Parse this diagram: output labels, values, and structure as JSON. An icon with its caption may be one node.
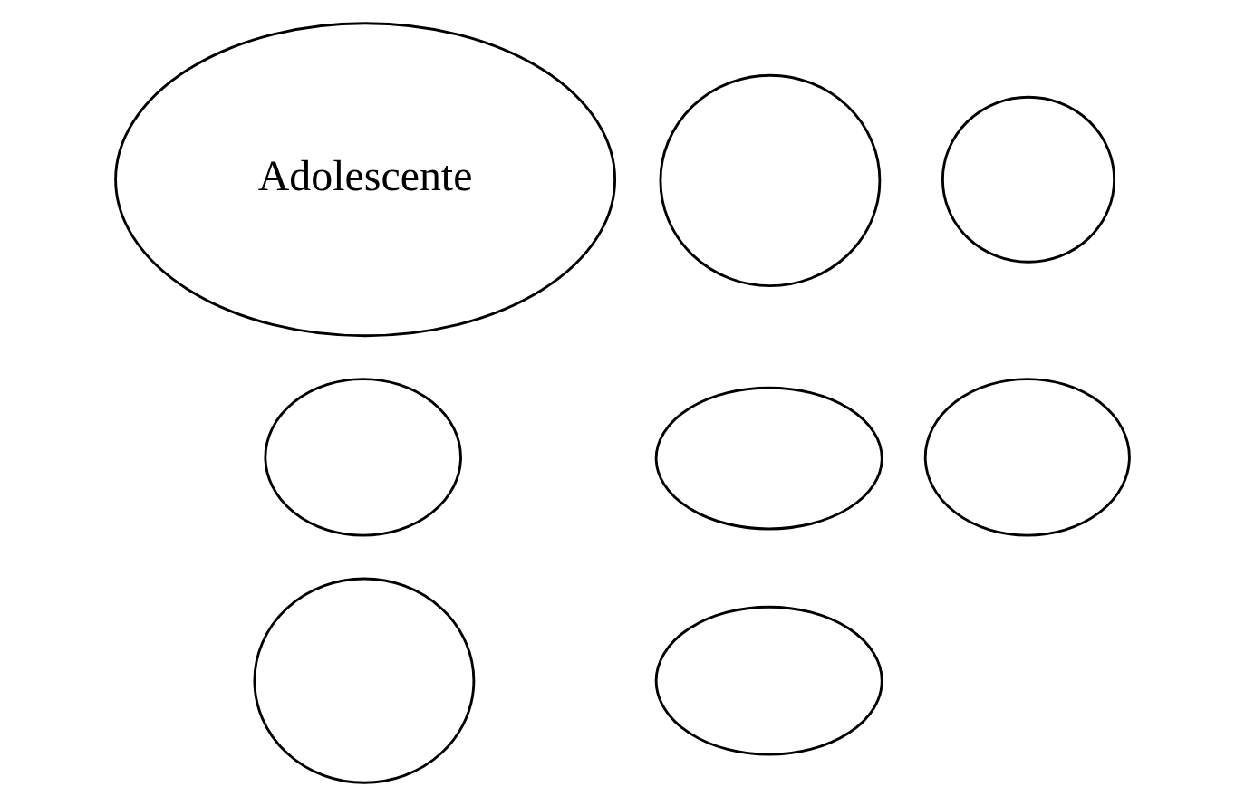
{
  "diagram": {
    "nodes": [
      {
        "text": [
          "Adolescente"
        ]
      },
      {
        "text": [],
        "shape": "circle"
      },
      {
        "text": [],
        "shape": "circle"
      },
      {
        "text": [],
        "shape": "circle"
      },
      {
        "text": [],
        "shape": "circle"
      },
      {
        "text": [],
        "shape": "circle"
      },
      {
        "text": [],
        "shape": "circle"
      },
      {
        "text": [],
        "shape": "circle"
      }
    ]
  }
}
